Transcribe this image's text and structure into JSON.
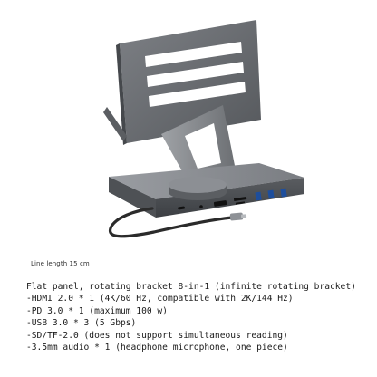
{
  "product": {
    "name": "USB-C docking station stand",
    "caption": "Line length 15 cm",
    "colors": {
      "body": "#6a6d72",
      "body_light": "#8a8d92",
      "body_dark": "#3f4246",
      "cable": "#2b2b2b"
    },
    "ports": [
      "usb-c-port",
      "hdmi-port",
      "card-slot",
      "usb-a-port",
      "usb-a-port",
      "usb-a-port"
    ]
  },
  "specs": {
    "title": "Flat panel, rotating bracket 8-in-1 (infinite rotating bracket)",
    "lines": [
      "-HDMI 2.0 * 1 (4K/60 Hz, compatible with 2K/144 Hz)",
      "-PD 3.0 * 1 (maximum 100 w)",
      "-USB 3.0 * 3 (5 Gbps)",
      "-SD/TF-2.0 (does not support simultaneous reading)",
      "-3.5mm audio * 1 (headphone microphone, one piece)"
    ]
  }
}
